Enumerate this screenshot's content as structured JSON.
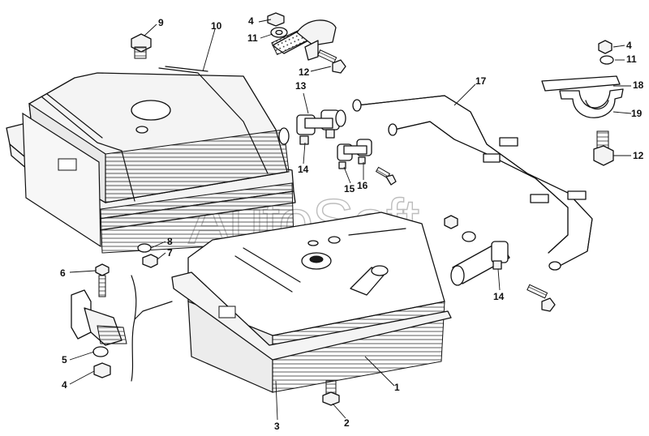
{
  "watermark": "AutoSoft",
  "callouts": [
    {
      "id": "c1",
      "label": "1"
    },
    {
      "id": "c2",
      "label": "2"
    },
    {
      "id": "c3",
      "label": "3"
    },
    {
      "id": "c4a",
      "label": "4"
    },
    {
      "id": "c4b",
      "label": "4"
    },
    {
      "id": "c4c",
      "label": "4"
    },
    {
      "id": "c5",
      "label": "5"
    },
    {
      "id": "c6",
      "label": "6"
    },
    {
      "id": "c7",
      "label": "7"
    },
    {
      "id": "c8",
      "label": "8"
    },
    {
      "id": "c9",
      "label": "9"
    },
    {
      "id": "c10",
      "label": "10"
    },
    {
      "id": "c11a",
      "label": "11"
    },
    {
      "id": "c11b",
      "label": "11"
    },
    {
      "id": "c12a",
      "label": "12"
    },
    {
      "id": "c12b",
      "label": "12"
    },
    {
      "id": "c13",
      "label": "13"
    },
    {
      "id": "c14a",
      "label": "14"
    },
    {
      "id": "c14b",
      "label": "14"
    },
    {
      "id": "c15",
      "label": "15"
    },
    {
      "id": "c16",
      "label": "16"
    },
    {
      "id": "c17",
      "label": "17"
    },
    {
      "id": "c18",
      "label": "18"
    },
    {
      "id": "c19",
      "label": "19"
    }
  ]
}
